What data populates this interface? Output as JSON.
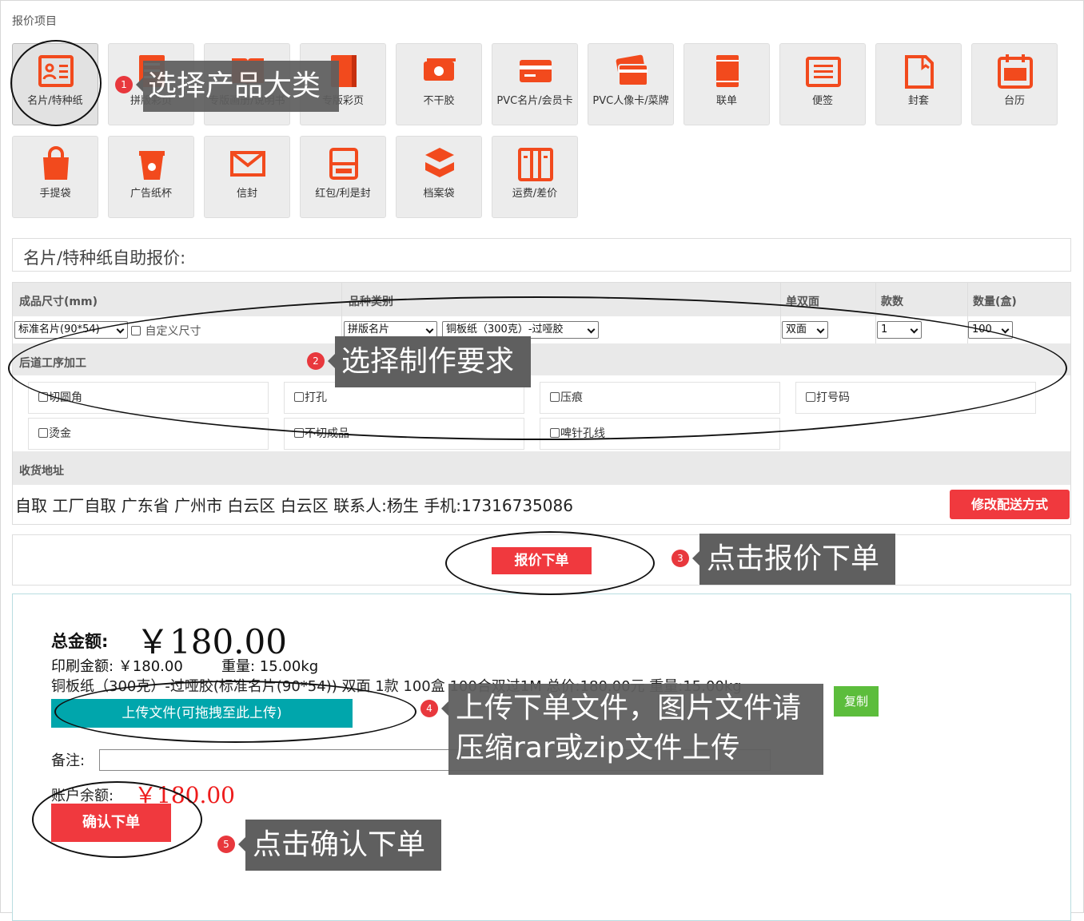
{
  "section_title": "报价项目",
  "products": [
    {
      "label": "名片/特种纸",
      "icon": "business-card-icon"
    },
    {
      "label": "拼版彩页",
      "icon": "flyer-icon"
    },
    {
      "label": "专版画册/说明书",
      "icon": "brochure-icon"
    },
    {
      "label": "专版彩页",
      "icon": "color-page-icon"
    },
    {
      "label": "不干胶",
      "icon": "sticker-icon"
    },
    {
      "label": "PVC名片/会员卡",
      "icon": "pvc-card-icon"
    },
    {
      "label": "PVC人像卡/菜牌",
      "icon": "photo-card-icon"
    },
    {
      "label": "联单",
      "icon": "form-icon"
    },
    {
      "label": "便签",
      "icon": "notepad-icon"
    },
    {
      "label": "封套",
      "icon": "folder-icon"
    },
    {
      "label": "台历",
      "icon": "calendar-icon"
    },
    {
      "label": "手提袋",
      "icon": "bag-icon"
    },
    {
      "label": "广告纸杯",
      "icon": "cup-icon"
    },
    {
      "label": "信封",
      "icon": "envelope-icon"
    },
    {
      "label": "红包/利是封",
      "icon": "red-packet-icon"
    },
    {
      "label": "档案袋",
      "icon": "archive-bag-icon"
    },
    {
      "label": "运费/差价",
      "icon": "shipping-icon"
    }
  ],
  "quote_title": "名片/特种纸自助报价:",
  "headers": {
    "size": "成品尺寸(mm)",
    "kind": "品种类别",
    "sides": "单双面",
    "styles": "款数",
    "quantity": "数量(盒)"
  },
  "selects": {
    "size": "标准名片(90*54)",
    "custom_size": "自定义尺寸",
    "kind": "拼版名片",
    "paper": "铜板纸（300克）-过哑胶",
    "sides": "双面",
    "styles": "1",
    "quantity": "100"
  },
  "post_process_title": "后道工序加工",
  "post_options": [
    "切圆角",
    "打孔",
    "压痕",
    "打号码",
    "烫金",
    "不切成品",
    "啤针孔线"
  ],
  "address_title": "收货地址",
  "address": "自取 工厂自取 广东省 广州市 白云区 白云区 联系人:杨生 手机:17316735086",
  "change_delivery": "修改配送方式",
  "quote_order": "报价下单",
  "total_label": "总金额:",
  "total_value": "￥180.00",
  "print_amount": "印刷金额: ￥180.00",
  "weight": "重量: 15.00kg",
  "summary": "铜板纸（300克）-过哑胶(标准名片(90*54)) 双面 1款 100盒 100合双过1M 总价:180.00元 重量:15.00kg",
  "copy": "复制",
  "upload": "上传文件(可拖拽至此上传)",
  "remark_label": "备注:",
  "balance_label": "账户余额:",
  "balance_value": "￥180.00",
  "confirm": "确认下单",
  "tips": [
    {
      "num": "1",
      "text": "选择产品大类"
    },
    {
      "num": "2",
      "text": "选择制作要求"
    },
    {
      "num": "3",
      "text": "点击报价下单"
    },
    {
      "num": "4",
      "text": "上传下单文件，图片文件请压缩rar或zip文件上传"
    },
    {
      "num": "5",
      "text": "点击确认下单"
    }
  ],
  "colors": {
    "accent": "#f0393e",
    "icon": "#f24a1d",
    "upload": "#00a6ac",
    "copy": "#5cbd3c",
    "tip": "#5f5f5f"
  }
}
